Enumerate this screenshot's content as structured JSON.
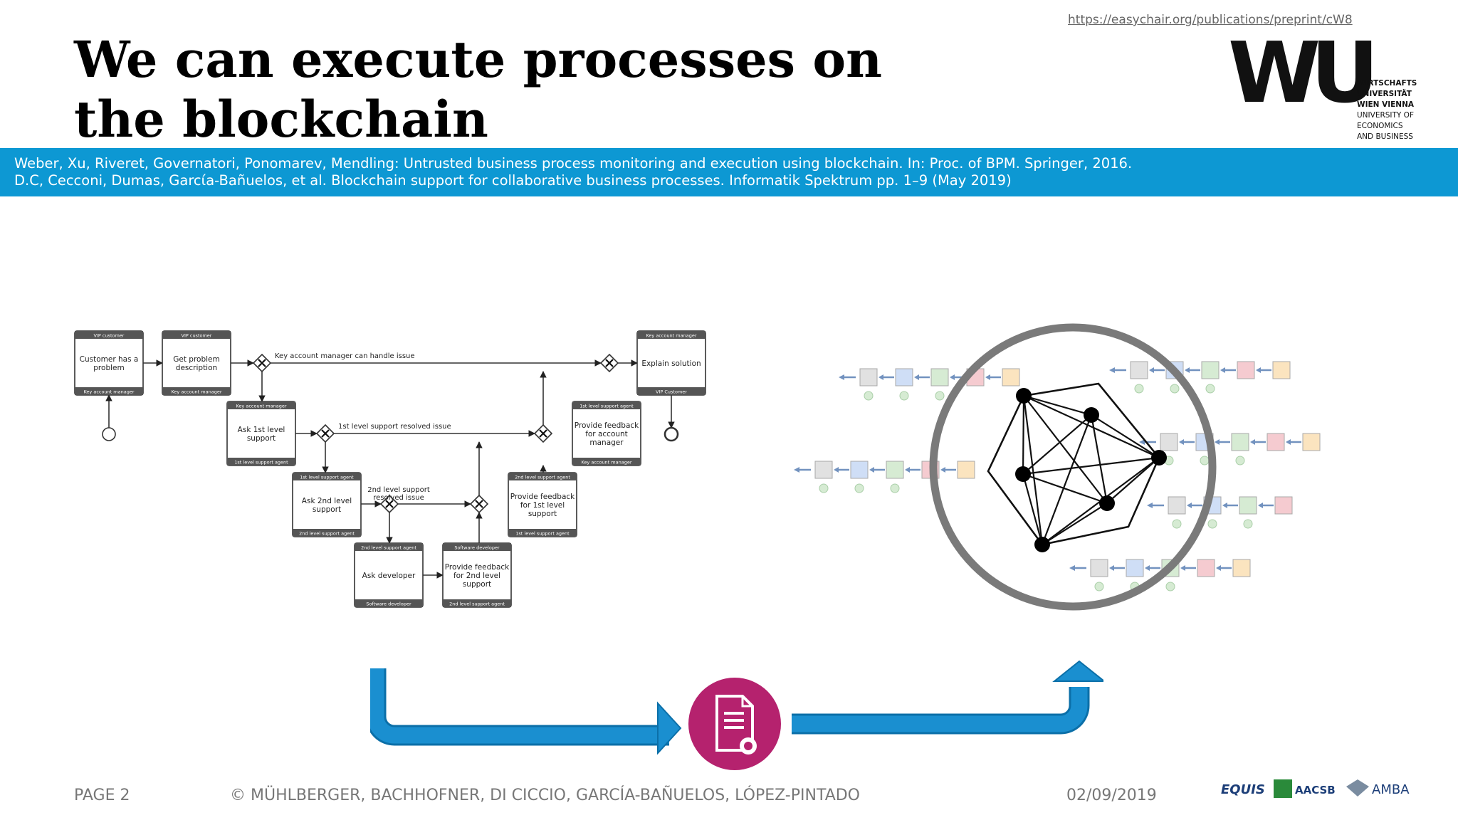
{
  "header": {
    "url": "https://easychair.org/publications/preprint/cW8",
    "title": "We can execute processes on the blockchain"
  },
  "logo": {
    "mark": "WU",
    "lines": [
      "WIRTSCHAFTS",
      "UNIVERSITÄT",
      "WIEN VIENNA",
      "UNIVERSITY OF",
      "ECONOMICS",
      "AND BUSINESS"
    ]
  },
  "references": [
    "Weber, Xu, Riveret, Governatori, Ponomarev, Mendling: Untrusted business process monitoring and execution using blockchain. In: Proc. of BPM. Springer, 2016.",
    "D.C, Cecconi, Dumas, Garcίa-Bañuelos, et al. Blockchain support for collaborative business processes. Informatik Spektrum pp. 1–9 (May 2019)"
  ],
  "diagram": {
    "tasks": [
      {
        "id": "t1",
        "top": "VIP customer",
        "label": [
          "Customer has a",
          "problem"
        ],
        "bottom": "Key account manager"
      },
      {
        "id": "t2",
        "top": "VIP customer",
        "label": [
          "Get problem",
          "description"
        ],
        "bottom": "Key account manager"
      },
      {
        "id": "t3",
        "top": "Key account manager",
        "label": [
          "Explain solution"
        ],
        "bottom": "VIP Customer"
      },
      {
        "id": "t4",
        "top": "Key account manager",
        "label": [
          "Ask 1st level",
          "support"
        ],
        "bottom": "1st level support agent"
      },
      {
        "id": "t5",
        "top": "1st level support agent",
        "label": [
          "Provide feedback",
          "for account",
          "manager"
        ],
        "bottom": "Key account manager"
      },
      {
        "id": "t6",
        "top": "1st level support agent",
        "label": [
          "Ask 2nd level",
          "support"
        ],
        "bottom": "2nd level support agent"
      },
      {
        "id": "t7",
        "top": "2nd level support agent",
        "label": [
          "Provide feedback",
          "for 1st level",
          "support"
        ],
        "bottom": "1st level support agent"
      },
      {
        "id": "t8",
        "top": "2nd level support agent",
        "label": [
          "Ask developer"
        ],
        "bottom": "Software developer"
      },
      {
        "id": "t9",
        "top": "Software developer",
        "label": [
          "Provide feedback",
          "for 2nd level",
          "support"
        ],
        "bottom": "2nd level support agent"
      }
    ],
    "flow_labels": {
      "key_account": "Key account manager can handle issue",
      "first_level": "1st level support resolved issue",
      "second_level": [
        "2nd level support",
        "resolved issue"
      ]
    }
  },
  "colors": {
    "accent_blue": "#0d98d3",
    "arrow_blue": "#1a8fd0",
    "contract_magenta": "#b5226e",
    "ring_gray": "#7a7a7a",
    "block_colors": [
      "#dcdcdc",
      "#c7d9f5",
      "#cfe8cc",
      "#f4c3c8",
      "#fbe0b5",
      "#e2d4ee"
    ]
  },
  "icons": {
    "contract": "smart-contract-document-icon",
    "blockchain": "blockchain-network-icon"
  },
  "footer": {
    "page": "PAGE 2",
    "authors": "© MÜHLBERGER, BACHHOFNER, DI CICCIO, GARCÍA-BAÑUELOS, LÓPEZ-PINTADO",
    "date": "02/09/2019",
    "accreditations": [
      "EQUIS",
      "AACSB",
      "AMBA"
    ]
  }
}
